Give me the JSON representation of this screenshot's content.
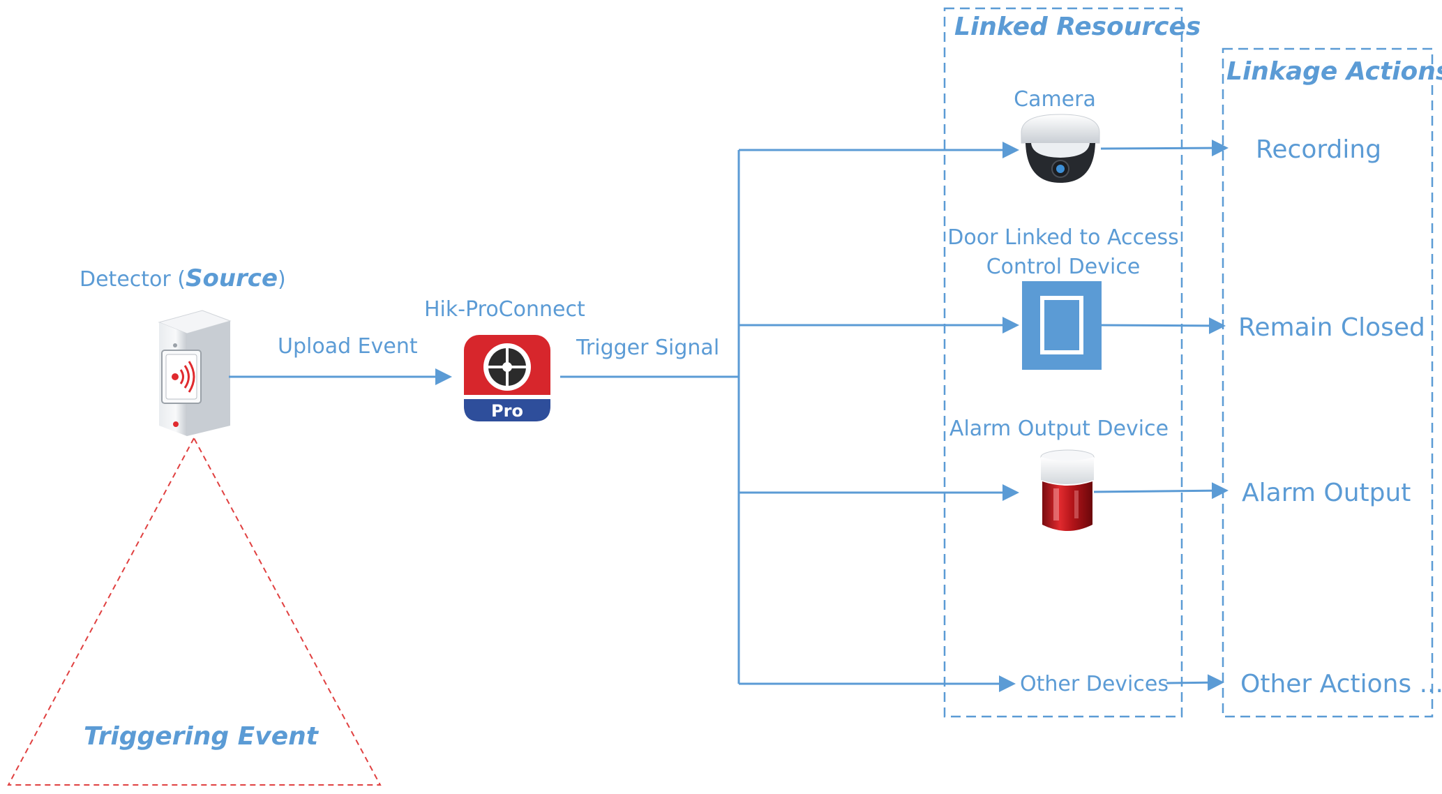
{
  "colors": {
    "accent": "#5b9bd5",
    "alert": "#e04040",
    "app_red": "#d7262c",
    "app_blue": "#2e4e9b"
  },
  "source": {
    "label_prefix": "Detector (",
    "label_em": "Source",
    "label_suffix": ")",
    "icon": "detector-icon"
  },
  "triggering_event": {
    "label": "Triggering Event"
  },
  "upload_event": {
    "label": "Upload Event"
  },
  "platform": {
    "label": "Hik-ProConnect",
    "badge": "Pro",
    "icon": "hik-proconnect-app-icon"
  },
  "trigger_signal": {
    "label": "Trigger Signal"
  },
  "linked_resources": {
    "title": "Linked Resources",
    "items": [
      {
        "label": "Camera",
        "icon": "camera-icon"
      },
      {
        "label_line1": "Door Linked to Access",
        "label_line2": "Control Device",
        "icon": "door-icon"
      },
      {
        "label": "Alarm Output Device",
        "icon": "alarm-light-icon"
      },
      {
        "label": "Other Devices"
      }
    ]
  },
  "linkage_actions": {
    "title": "Linkage Actions",
    "items": [
      "Recording",
      "Remain Closed",
      "Alarm Output",
      "Other Actions ..."
    ]
  }
}
